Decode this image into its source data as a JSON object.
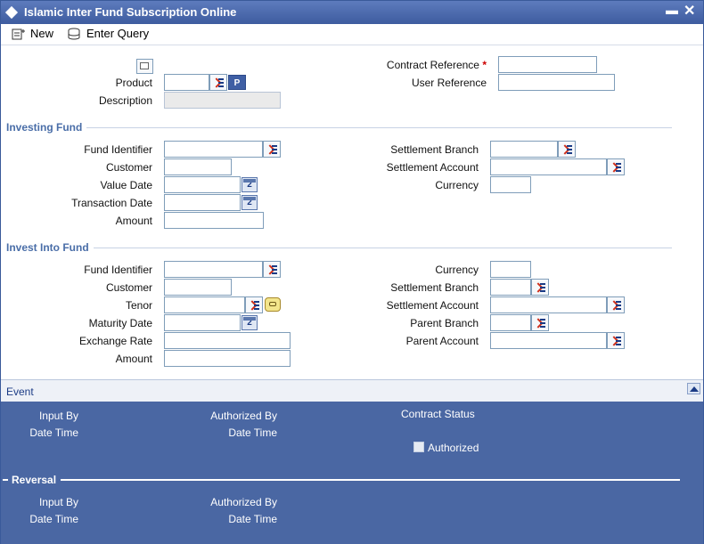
{
  "window": {
    "title": "Islamic Inter Fund Subscription Online"
  },
  "toolbar": {
    "new_label": "New",
    "enter_query_label": "Enter Query"
  },
  "header": {
    "product_label": "Product",
    "description_label": "Description",
    "p_button": "P",
    "contract_reference_label": "Contract Reference",
    "required_mark": "*",
    "user_reference_label": "User Reference",
    "product_value": "",
    "description_value": "",
    "contract_reference_value": "",
    "user_reference_value": ""
  },
  "investing_fund": {
    "title": "Investing Fund",
    "fund_identifier_label": "Fund Identifier",
    "customer_label": "Customer",
    "value_date_label": "Value Date",
    "transaction_date_label": "Transaction Date",
    "amount_label": "Amount",
    "settlement_branch_label": "Settlement Branch",
    "settlement_account_label": "Settlement Account",
    "currency_label": "Currency"
  },
  "invest_into_fund": {
    "title": "Invest Into Fund",
    "fund_identifier_label": "Fund Identifier",
    "customer_label": "Customer",
    "tenor_label": "Tenor",
    "maturity_date_label": "Maturity Date",
    "exchange_rate_label": "Exchange Rate",
    "amount_label": "Amount",
    "currency_label": "Currency",
    "settlement_branch_label": "Settlement Branch",
    "settlement_account_label": "Settlement Account",
    "parent_branch_label": "Parent Branch",
    "parent_account_label": "Parent Account"
  },
  "calendar_glyph": "2",
  "event_bar": {
    "label": "Event"
  },
  "audit": {
    "input_by_label": "Input By",
    "date_time_label": "Date Time",
    "authorized_by_label": "Authorized By",
    "contract_status_label": "Contract Status",
    "authorized_label": "Authorized",
    "reversal_title": "Reversal"
  },
  "colors": {
    "title_bar": "#4a67a3",
    "section_title": "#4a6ea8",
    "audit_panel": "#4a67a3",
    "required": "#cc0000"
  },
  "icons": [
    "new-icon",
    "enter-query-icon",
    "lov-icon",
    "calendar-icon",
    "message-icon",
    "minimize-icon",
    "close-icon",
    "scroll-up-icon"
  ]
}
